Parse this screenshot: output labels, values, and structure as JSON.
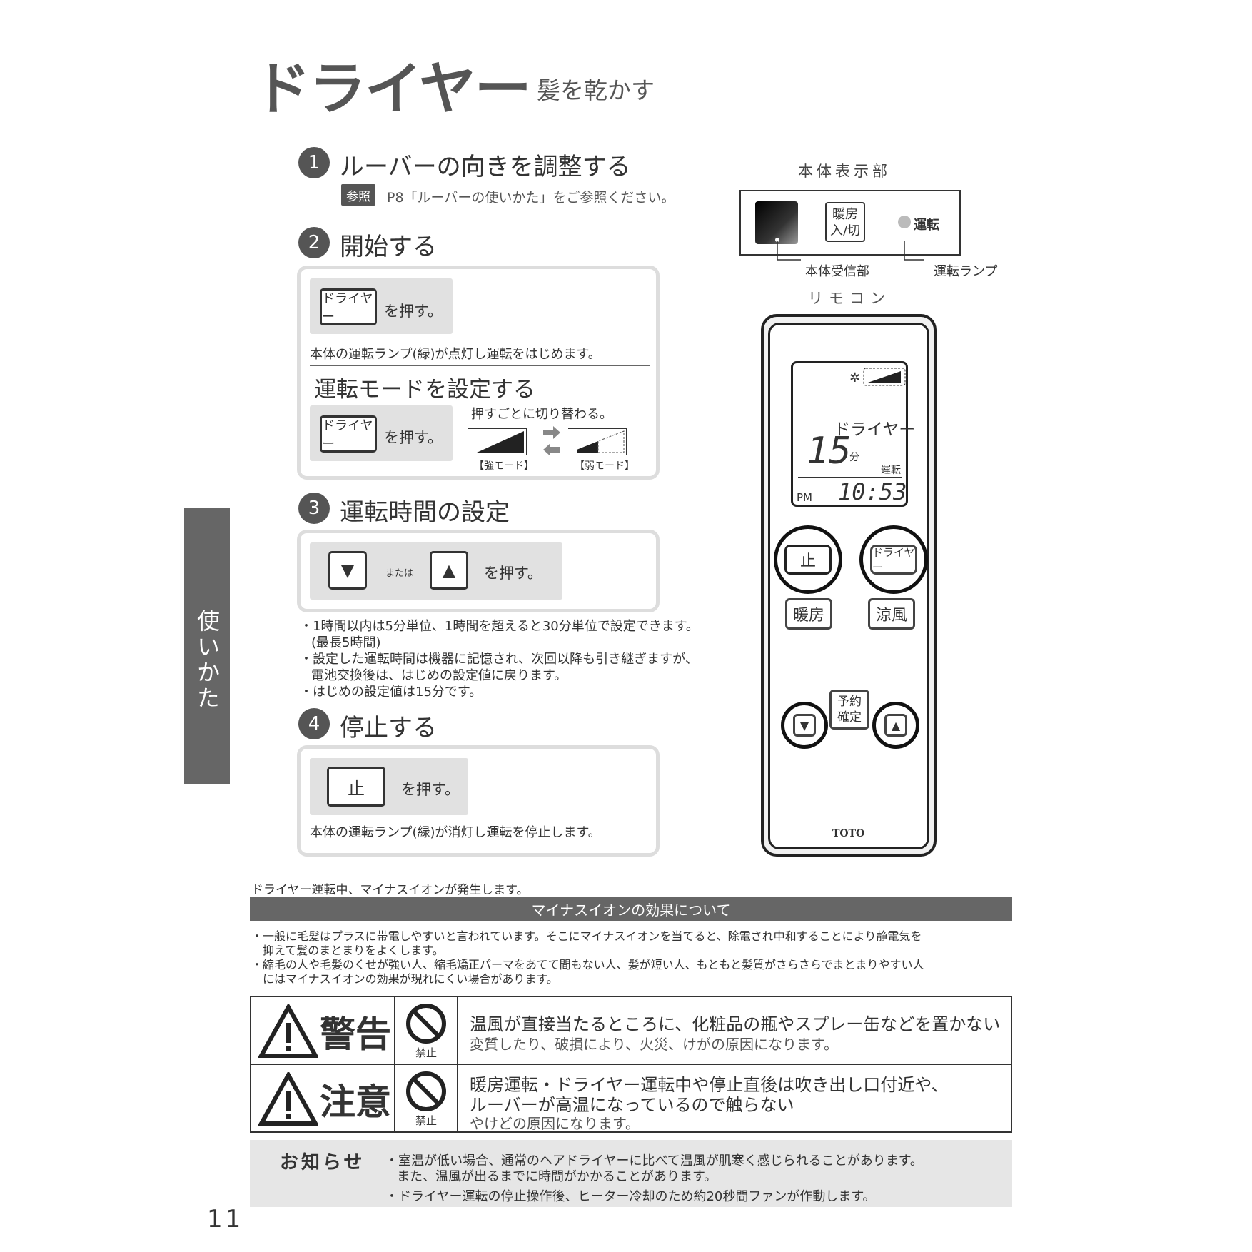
{
  "header": {
    "title": "ドライヤー",
    "subtitle": "髪を乾かす"
  },
  "side_tab": "使いかた",
  "page_number": "11",
  "steps": {
    "s1": {
      "num": "1",
      "title": "ルーバーの向きを調整する",
      "ref_label": "参照",
      "ref_text": "P8「ルーバーの使いかた」をご参照ください。"
    },
    "s2": {
      "num": "2",
      "title": "開始する",
      "button": "ドライヤー",
      "press": "を押す。",
      "desc": "本体の運転ランプ(緑)が点灯し運転をはじめます。",
      "mode_title": "運転モードを設定する",
      "mode_button": "ドライヤー",
      "mode_press": "を押す。",
      "toggle_note": "押すごとに切り替わる。",
      "strong_label": "【強モード】",
      "weak_label": "【弱モード】"
    },
    "s3": {
      "num": "3",
      "title": "運転時間の設定",
      "or": "または",
      "press": "を押す。",
      "notes": [
        "・1時間以内は5分単位、1時間を超えると30分単位で設定できます。",
        "(最長5時間)",
        "・設定した運転時間は機器に記憶され、次回以降も引き継ぎますが、",
        "電池交換後は、はじめの設定値に戻ります。",
        "・はじめの設定値は15分です。"
      ]
    },
    "s4": {
      "num": "4",
      "title": "停止する",
      "button": "止",
      "press": "を押す。",
      "desc": "本体の運転ランプ(緑)が消灯し運転を停止します。"
    }
  },
  "panel": {
    "title": "本体表示部",
    "btn_line1": "暖房",
    "btn_line2": "入/切",
    "lamp": "運転",
    "receiver_label": "本体受信部",
    "lamp_label": "運転ランプ"
  },
  "remote": {
    "title": "リモコン",
    "lcd_mode": "ドライヤー",
    "lcd_minutes": "15",
    "lcd_min_unit": "分",
    "lcd_status": "運転",
    "lcd_ampm": "PM",
    "lcd_time": "10:53",
    "btn_stop": "止",
    "btn_dryer": "ドライヤー",
    "btn_heat": "暖房",
    "btn_cool": "涼風",
    "btn_reserve_1": "予約",
    "btn_reserve_2": "確定",
    "brand": "TOTO"
  },
  "ion": {
    "intro": "ドライヤー運転中、マイナスイオンが発生します。",
    "bar": "マイナスイオンの効果について",
    "lines": [
      "・一般に毛髪はプラスに帯電しやすいと言われています。そこにマイナスイオンを当てると、除電され中和することにより静電気を",
      "抑えて髪のまとまりをよくします。",
      "・縮毛の人や毛髪のくせが強い人、縮毛矯正パーマをあてて間もない人、髪が短い人、もともと髪質がさらさらでまとまりやすい人",
      "にはマイナスイオンの効果が現れにくい場合があります。"
    ]
  },
  "warnings": [
    {
      "label": "警告",
      "prohibit": "禁止",
      "main": "温風が直接当たるところに、化粧品の瓶やスプレー缶などを置かない",
      "sub": "変質したり、破損により、火災、けがの原因になります。"
    },
    {
      "label": "注意",
      "prohibit": "禁止",
      "main1": "暖房運転・ドライヤー運転中や停止直後は吹き出し口付近や、",
      "main2": "ルーバーが高温になっているので触らない",
      "sub": "やけどの原因になります。"
    }
  ],
  "notice": {
    "label": "お知らせ",
    "lines": [
      "・室温が低い場合、通常のヘアドライヤーに比べて温風が肌寒く感じられることがあります。",
      "また、温風が出るまでに時間がかかることがあります。",
      "・ドライヤー運転の停止操作後、ヒーター冷却のため約20秒間ファンが作動します。"
    ]
  }
}
